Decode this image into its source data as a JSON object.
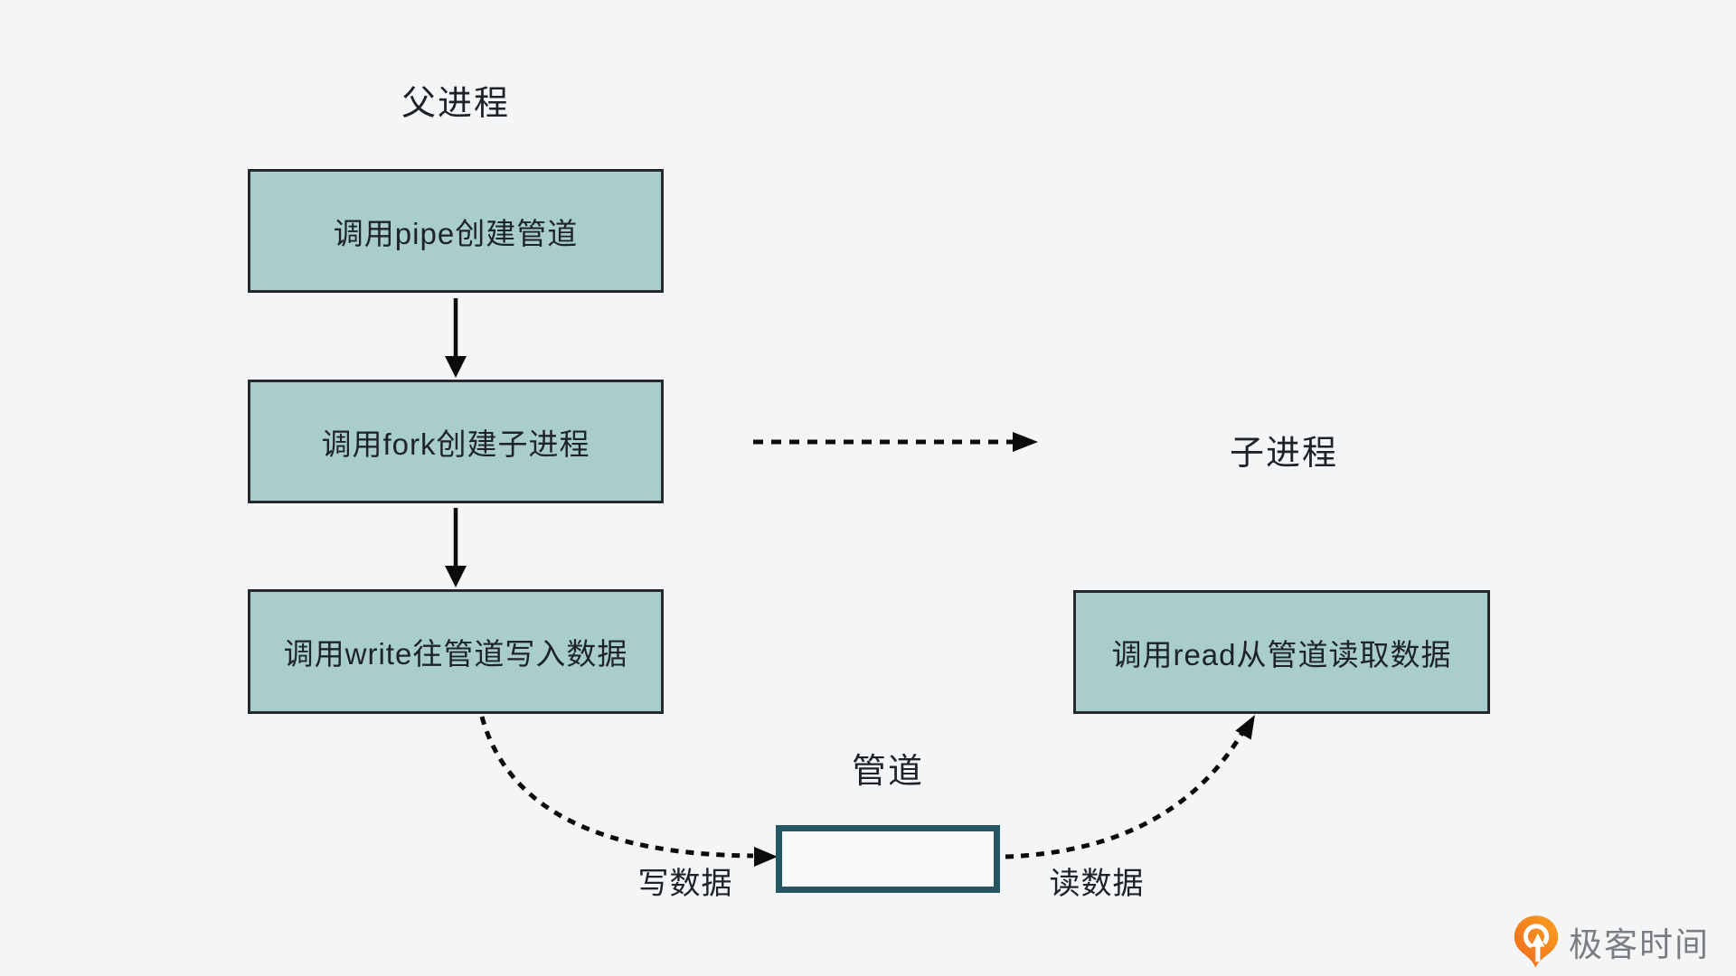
{
  "colors": {
    "bg": "#f4f5f6",
    "text": "#1d2326",
    "box_fill": "#a8cdcc",
    "box_border": "#25292b",
    "pipe_border": "#275663",
    "pipe_fill": "#f8fafb",
    "arrow": "#0b0b0b",
    "logo_orange": "#f0671f",
    "logo_orange_light": "#f8a01d",
    "logo_text_color": "#7b7e80"
  },
  "labels": {
    "parent_process": "父进程",
    "child_process": "子进程",
    "pipe": "管道",
    "write_data": "写数据",
    "read_data": "读数据"
  },
  "boxes": [
    {
      "label": "调用pipe创建管道"
    },
    {
      "label": "调用fork创建子进程"
    },
    {
      "label": "调用write往管道写入数据"
    },
    {
      "label": "调用read从管道读取数据"
    }
  ],
  "icons": {
    "brand_icon": "geektime-pin-icon"
  },
  "branding": {
    "logo_text": "极客时间"
  }
}
